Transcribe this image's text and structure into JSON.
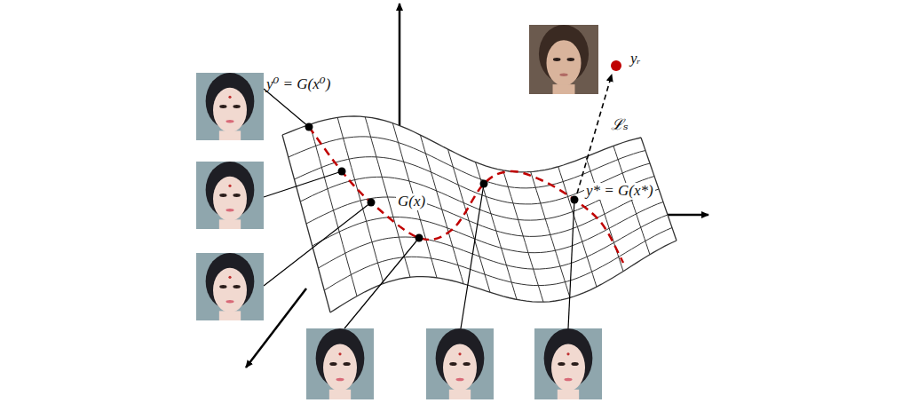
{
  "diagram": {
    "labels": [
      "y⁰ = G(x⁰)",
      "G(x)",
      "ℒₛ",
      "y* = G(x*)",
      "yᵣ"
    ]
  }
}
